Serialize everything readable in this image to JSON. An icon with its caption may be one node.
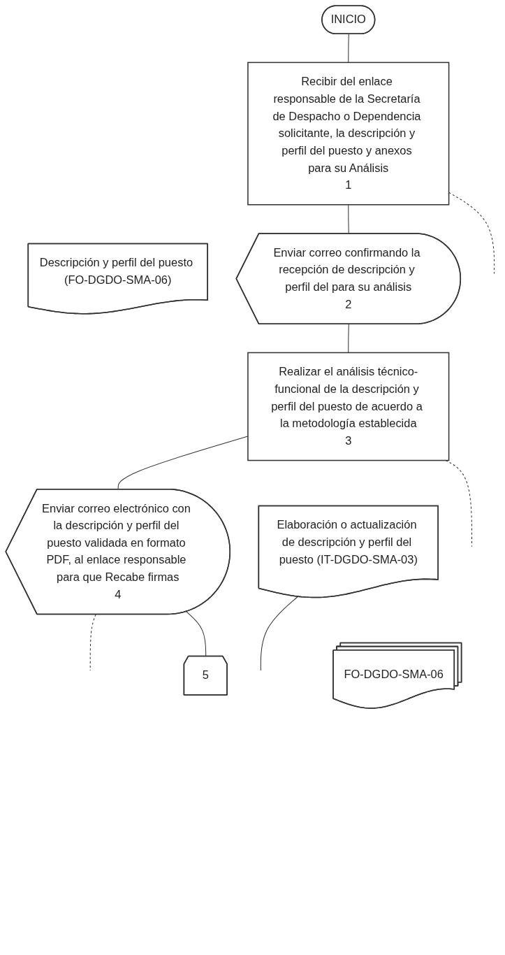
{
  "diagram": {
    "nodes": [
      {
        "text": [
          "INICIO"
        ]
      },
      {
        "text": [
          "Recibir del enlace responsable de la Secretaría de Despacho o Dependencia solicitante, la descripción y perfil del puesto y anexos para su Análisis",
          "1"
        ]
      },
      {
        "text": [
          "Descripción y perfil del puesto (FO-DGDO-SMA-06)"
        ]
      },
      {
        "text": [
          "Enviar correo confirmando la recepción de descripción y perfil del para su análisis",
          "2"
        ]
      },
      {
        "text": [
          "Realizar el análisis técnico-funcional de la descripción y perfil del puesto de acuerdo a la metodología establecida",
          "3"
        ]
      },
      {
        "text": [
          "Elaboración o actualización de descripción y perfil del puesto (IT-DGDO-SMA-03)"
        ]
      },
      {
        "text": [
          "FO-DGDO-SMA-06"
        ]
      },
      {
        "text": [
          "Enviar correo electrónico con la descripción y perfil del puesto validada en formato PDF, al enlace responsable para que Recabe firmas",
          "4"
        ]
      },
      {
        "text": [
          "5"
        ]
      }
    ],
    "edges": [
      {
        "from": 0,
        "to": 1,
        "arrow": "none"
      },
      {
        "from": 1,
        "to": null,
        "arrow": "none",
        "style": "dashed"
      },
      {
        "from": 1,
        "to": 3,
        "arrow": "none"
      },
      {
        "from": 3,
        "to": 4,
        "arrow": "none"
      },
      {
        "from": 4,
        "to": null,
        "arrow": "none",
        "style": "dashed"
      },
      {
        "from": 5,
        "to": null,
        "arrow": "none"
      },
      {
        "from": 4,
        "to": 7,
        "arrow": "none"
      },
      {
        "from": 7,
        "to": null,
        "arrow": "none",
        "style": "dashed"
      },
      {
        "from": 7,
        "to": 8,
        "arrow": "none"
      }
    ]
  }
}
